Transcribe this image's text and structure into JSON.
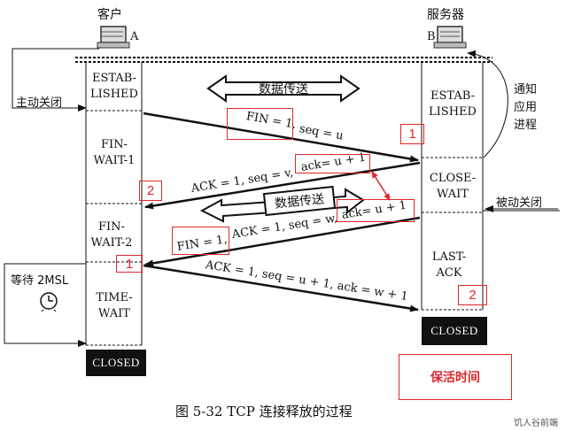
{
  "hosts": {
    "client": "客户",
    "client_id": "A",
    "server": "服务器",
    "server_id": "B"
  },
  "client_states": {
    "established": "ESTAB-\nLISHED",
    "fin_wait_1": "FIN-\nWAIT-1",
    "fin_wait_2": "FIN-\nWAIT-2",
    "time_wait": "TIME-\nWAIT",
    "closed": "CLOSED"
  },
  "server_states": {
    "established": "ESTAB-\nLISHED",
    "close_wait": "CLOSE-\nWAIT",
    "last_ack": "LAST-\nACK",
    "closed": "CLOSED"
  },
  "side_labels": {
    "active_close": "主动关闭",
    "passive_close": "被动关闭",
    "notify_app": "通知\n应用\n进程",
    "wait_2msl": "等待 2MSL"
  },
  "data_transfer": "数据传送",
  "messages": {
    "fin_client_a": "FIN = 1,",
    "fin_client_b": "seq = u",
    "ack_server_a": "ACK = 1, seq = v,",
    "ack_server_b": "ack= u + 1",
    "fin_server_a": "FIN = 1,",
    "fin_server_b": "ACK = 1, seq = w,",
    "fin_server_c": "ack= u + 1",
    "ack_client": "ACK = 1, seq = u + 1, ack = w + 1"
  },
  "annotations": {
    "n1": "1",
    "n2": "2",
    "n1b": "1",
    "n2b": "2",
    "keep_alive": "保活时间"
  },
  "caption": "图 5-32    TCP 连接释放的过程",
  "watermark": "饥人谷前端",
  "colors": {
    "annotation": "#e0262a",
    "line": "#111111"
  },
  "icons": [
    "computer-icon",
    "clock-icon"
  ]
}
